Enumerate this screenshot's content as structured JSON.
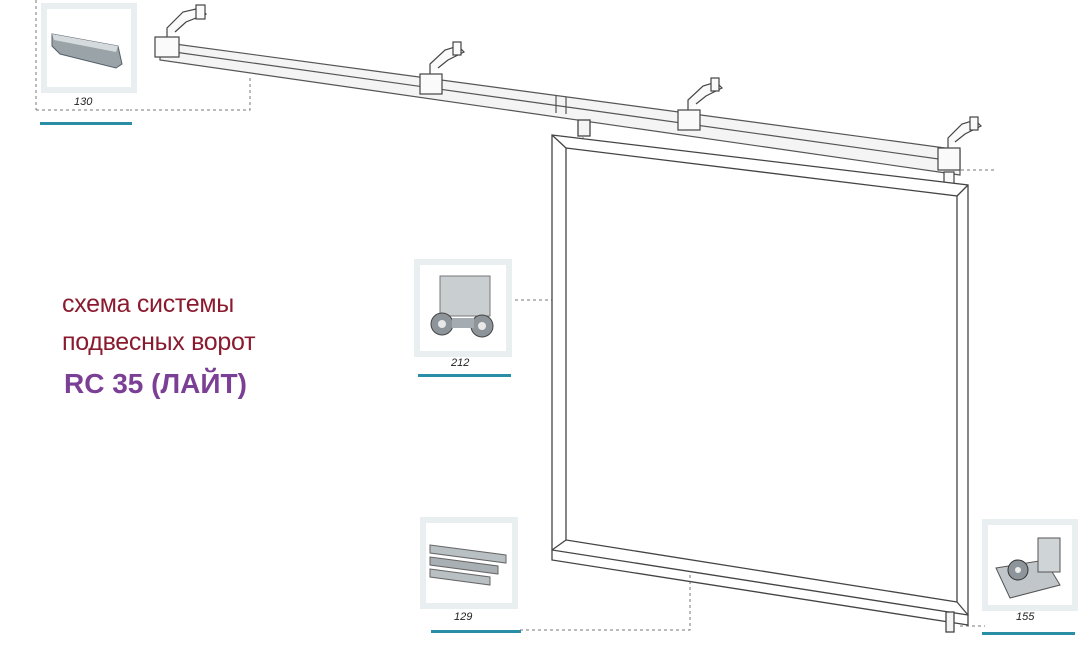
{
  "title": {
    "line1": "схема системы",
    "line2": "подвесных ворот",
    "model": "RC 35 (ЛАЙТ)"
  },
  "parts": [
    {
      "number": "130",
      "icon": "rail-profile-icon"
    },
    {
      "number": "212",
      "icon": "roller-carriage-icon"
    },
    {
      "number": "129",
      "icon": "gate-profile-icon"
    },
    {
      "number": "155",
      "icon": "bottom-guide-roller-icon"
    }
  ],
  "colors": {
    "title": "#8a1b2f",
    "model": "#7b3f95",
    "underline": "#2a8fa6",
    "line": "#555555"
  }
}
